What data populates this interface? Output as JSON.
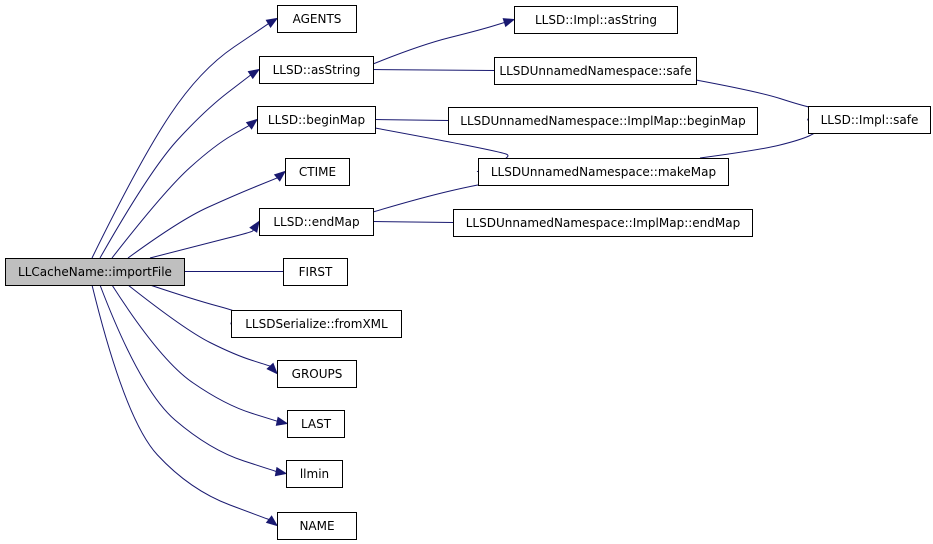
{
  "colors": {
    "edge": "#191970",
    "node_fill": "#ffffff",
    "root_fill": "#bfbfbf",
    "border": "#000000"
  },
  "nodes": [
    {
      "id": "root",
      "label": "LLCacheName::importFile",
      "root": true
    },
    {
      "id": "agents",
      "label": "AGENTS"
    },
    {
      "id": "asstring",
      "label": "LLSD::asString"
    },
    {
      "id": "beginmap",
      "label": "LLSD::beginMap"
    },
    {
      "id": "ctime",
      "label": "CTIME"
    },
    {
      "id": "endmap",
      "label": "LLSD::endMap"
    },
    {
      "id": "first",
      "label": "FIRST"
    },
    {
      "id": "fromxml",
      "label": "LLSDSerialize::fromXML"
    },
    {
      "id": "groups",
      "label": "GROUPS"
    },
    {
      "id": "last",
      "label": "LAST"
    },
    {
      "id": "llmin",
      "label": "llmin"
    },
    {
      "id": "name",
      "label": "NAME"
    },
    {
      "id": "impl_asstring",
      "label": "LLSD::Impl::asString"
    },
    {
      "id": "ns_safe",
      "label": "LLSDUnnamedNamespace::safe"
    },
    {
      "id": "implmap_beginmap",
      "label": "LLSDUnnamedNamespace::ImplMap::beginMap"
    },
    {
      "id": "makemap",
      "label": "LLSDUnnamedNamespace::makeMap"
    },
    {
      "id": "implmap_endmap",
      "label": "LLSDUnnamedNamespace::ImplMap::endMap"
    },
    {
      "id": "impl_safe",
      "label": "LLSD::Impl::safe"
    }
  ],
  "edges": [
    {
      "from": "root",
      "to": "agents"
    },
    {
      "from": "root",
      "to": "asstring"
    },
    {
      "from": "root",
      "to": "beginmap"
    },
    {
      "from": "root",
      "to": "ctime"
    },
    {
      "from": "root",
      "to": "endmap"
    },
    {
      "from": "root",
      "to": "first"
    },
    {
      "from": "root",
      "to": "fromxml"
    },
    {
      "from": "root",
      "to": "groups"
    },
    {
      "from": "root",
      "to": "last"
    },
    {
      "from": "root",
      "to": "llmin"
    },
    {
      "from": "root",
      "to": "name"
    },
    {
      "from": "asstring",
      "to": "impl_asstring"
    },
    {
      "from": "asstring",
      "to": "ns_safe"
    },
    {
      "from": "beginmap",
      "to": "implmap_beginmap"
    },
    {
      "from": "beginmap",
      "to": "makemap"
    },
    {
      "from": "endmap",
      "to": "makemap"
    },
    {
      "from": "endmap",
      "to": "implmap_endmap"
    },
    {
      "from": "ns_safe",
      "to": "impl_safe"
    },
    {
      "from": "makemap",
      "to": "impl_safe"
    }
  ]
}
